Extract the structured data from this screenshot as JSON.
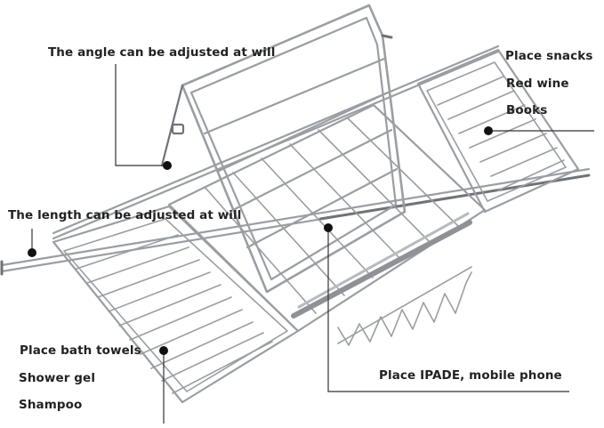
{
  "annotations": {
    "angle": "The angle can be adjusted at will",
    "length": "The length can be adjusted at will",
    "right_items": [
      "Place snacks",
      "Red wine",
      "Books"
    ],
    "left_items": [
      "Place bath towels",
      "Shower gel",
      "Shampoo"
    ],
    "phone": "Place IPADE, mobile phone"
  },
  "colors": {
    "metal": "#9a9ea3",
    "metal_dark": "#6f7378",
    "text": "#222222",
    "leader": "#333333",
    "dot": "#111111"
  }
}
